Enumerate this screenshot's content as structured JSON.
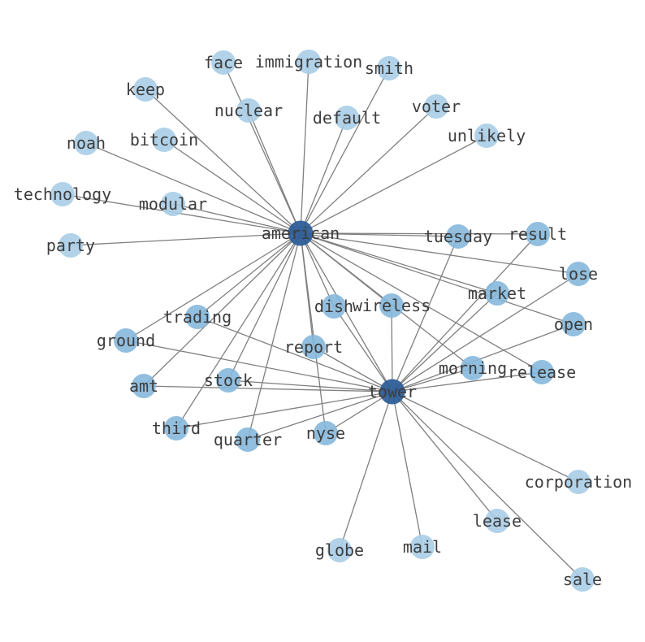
{
  "colors": {
    "background": "#ffffff",
    "edge": "#7f7f7f",
    "label": "#3d3d3d",
    "hub": "#2f5f98",
    "node_mid": "#86b8dc",
    "node_light": "#a9cde7"
  },
  "nodes": [
    {
      "id": "american",
      "label": "american",
      "tone": "hub"
    },
    {
      "id": "tower",
      "label": "tower",
      "tone": "hub"
    },
    {
      "id": "face",
      "label": "face",
      "tone": "light"
    },
    {
      "id": "immigration",
      "label": "immigration",
      "tone": "light"
    },
    {
      "id": "smith",
      "label": "smith",
      "tone": "light"
    },
    {
      "id": "keep",
      "label": "keep",
      "tone": "light"
    },
    {
      "id": "nuclear",
      "label": "nuclear",
      "tone": "light"
    },
    {
      "id": "default",
      "label": "default",
      "tone": "light"
    },
    {
      "id": "voter",
      "label": "voter",
      "tone": "light"
    },
    {
      "id": "noah",
      "label": "noah",
      "tone": "light"
    },
    {
      "id": "bitcoin",
      "label": "bitcoin",
      "tone": "light"
    },
    {
      "id": "unlikely",
      "label": "unlikely",
      "tone": "light"
    },
    {
      "id": "technology",
      "label": "technology",
      "tone": "light"
    },
    {
      "id": "modular",
      "label": "modular",
      "tone": "light"
    },
    {
      "id": "party",
      "label": "party",
      "tone": "light"
    },
    {
      "id": "tuesday",
      "label": "tuesday",
      "tone": "mid"
    },
    {
      "id": "result",
      "label": "result",
      "tone": "mid"
    },
    {
      "id": "lose",
      "label": "lose",
      "tone": "mid"
    },
    {
      "id": "market",
      "label": "market",
      "tone": "mid"
    },
    {
      "id": "dish",
      "label": "dish",
      "tone": "mid"
    },
    {
      "id": "wireless",
      "label": "wireless",
      "tone": "mid"
    },
    {
      "id": "trading",
      "label": "trading",
      "tone": "mid"
    },
    {
      "id": "open",
      "label": "open",
      "tone": "mid"
    },
    {
      "id": "ground",
      "label": "ground",
      "tone": "mid"
    },
    {
      "id": "report",
      "label": "report",
      "tone": "mid"
    },
    {
      "id": "morning",
      "label": "morning",
      "tone": "mid"
    },
    {
      "id": "release",
      "label": "release",
      "tone": "mid"
    },
    {
      "id": "amt",
      "label": "amt",
      "tone": "mid"
    },
    {
      "id": "stock",
      "label": "stock",
      "tone": "mid"
    },
    {
      "id": "third",
      "label": "third",
      "tone": "mid"
    },
    {
      "id": "quarter",
      "label": "quarter",
      "tone": "mid"
    },
    {
      "id": "nyse",
      "label": "nyse",
      "tone": "mid"
    },
    {
      "id": "corporation",
      "label": "corporation",
      "tone": "light"
    },
    {
      "id": "lease",
      "label": "lease",
      "tone": "light"
    },
    {
      "id": "globe",
      "label": "globe",
      "tone": "light"
    },
    {
      "id": "mail",
      "label": "mail",
      "tone": "light"
    },
    {
      "id": "sale",
      "label": "sale",
      "tone": "light"
    }
  ],
  "edges": [
    [
      "american",
      "face"
    ],
    [
      "american",
      "immigration"
    ],
    [
      "american",
      "smith"
    ],
    [
      "american",
      "keep"
    ],
    [
      "american",
      "nuclear"
    ],
    [
      "american",
      "default"
    ],
    [
      "american",
      "voter"
    ],
    [
      "american",
      "noah"
    ],
    [
      "american",
      "bitcoin"
    ],
    [
      "american",
      "unlikely"
    ],
    [
      "american",
      "technology"
    ],
    [
      "american",
      "modular"
    ],
    [
      "american",
      "party"
    ],
    [
      "american",
      "tuesday"
    ],
    [
      "american",
      "result"
    ],
    [
      "american",
      "lose"
    ],
    [
      "american",
      "market"
    ],
    [
      "american",
      "dish"
    ],
    [
      "american",
      "wireless"
    ],
    [
      "american",
      "trading"
    ],
    [
      "american",
      "open"
    ],
    [
      "american",
      "ground"
    ],
    [
      "american",
      "report"
    ],
    [
      "american",
      "morning"
    ],
    [
      "american",
      "release"
    ],
    [
      "american",
      "amt"
    ],
    [
      "american",
      "stock"
    ],
    [
      "american",
      "third"
    ],
    [
      "american",
      "quarter"
    ],
    [
      "american",
      "nyse"
    ],
    [
      "american",
      "tower"
    ],
    [
      "tower",
      "tuesday"
    ],
    [
      "tower",
      "result"
    ],
    [
      "tower",
      "lose"
    ],
    [
      "tower",
      "market"
    ],
    [
      "tower",
      "dish"
    ],
    [
      "tower",
      "wireless"
    ],
    [
      "tower",
      "trading"
    ],
    [
      "tower",
      "open"
    ],
    [
      "tower",
      "ground"
    ],
    [
      "tower",
      "report"
    ],
    [
      "tower",
      "morning"
    ],
    [
      "tower",
      "release"
    ],
    [
      "tower",
      "amt"
    ],
    [
      "tower",
      "stock"
    ],
    [
      "tower",
      "third"
    ],
    [
      "tower",
      "quarter"
    ],
    [
      "tower",
      "nyse"
    ],
    [
      "tower",
      "corporation"
    ],
    [
      "tower",
      "lease"
    ],
    [
      "tower",
      "globe"
    ],
    [
      "tower",
      "mail"
    ],
    [
      "tower",
      "sale"
    ]
  ]
}
